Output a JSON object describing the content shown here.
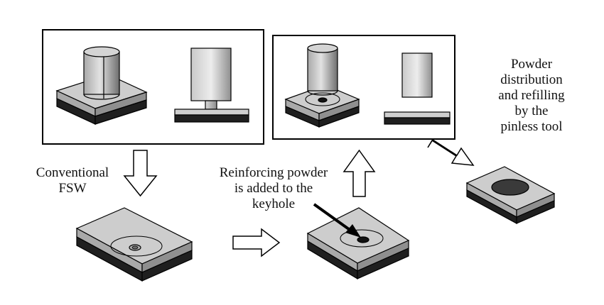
{
  "labels": {
    "conventional": "Conventional\nFSW",
    "reinforcing": "Reinforcing powder\nis added to the\nkeyhole",
    "powder": "Powder\ndistribution\nand refilling\nby the\npinless tool"
  },
  "colors": {
    "plate_top": "#cdcdcd",
    "plate_side": "#9a9a9a",
    "plate_front": "#8a8a8a",
    "backing": "#1f1f1f",
    "outline": "#000000",
    "tool_light": "#d4d4d4",
    "tool_dark": "#7a7a7a",
    "keyhole": "#111111",
    "refill": "#3a3a3a"
  }
}
